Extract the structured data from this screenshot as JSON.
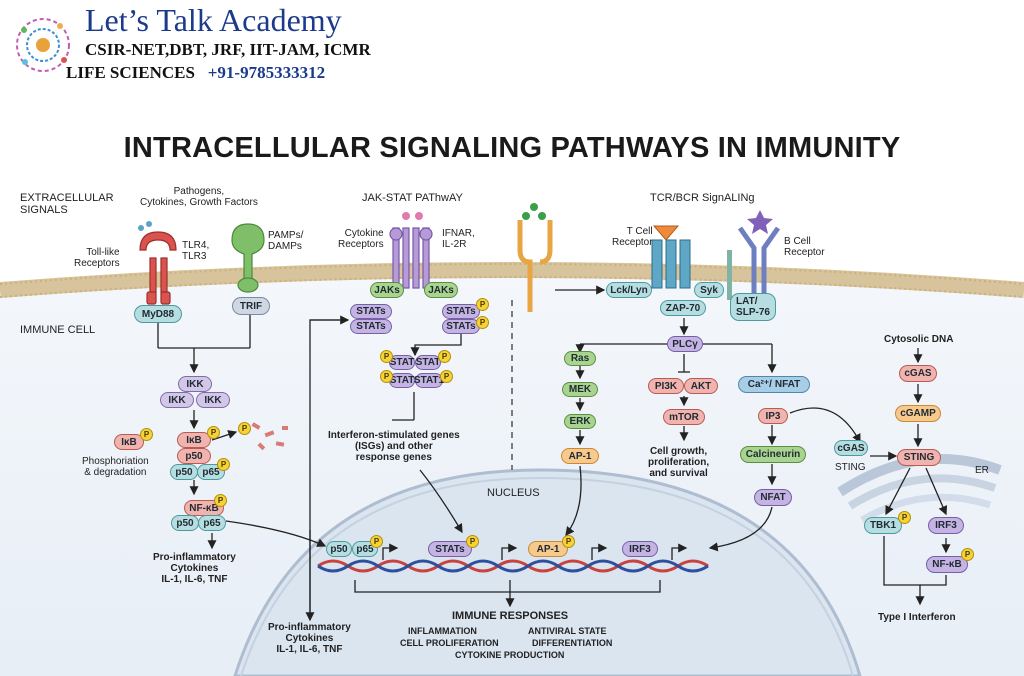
{
  "logo": {
    "title": "Let’s Talk Academy",
    "line2": "CSIR-NET,DBT, JRF, IIT-JAM, ICMR",
    "line3": "LIFE SCIENCES",
    "phone": "+91-9785333312"
  },
  "title": "INTRACELLULAR SIGNALING PATHWAYS IN IMMUNITY",
  "sections": {
    "extracellular": "EXTRACELLULAR\nSIGNALS",
    "jakstat": "JAK-STAT PAThwAY",
    "tcr": "TCR/BCR SignALINg",
    "immune_cell": "IMMUNE CELL",
    "nucleus": "NUCLEUS",
    "er": "ER"
  },
  "labels": {
    "pathogens": "Pathogens,\nCytokines, Growth Factors",
    "tlr": "Toll-like\nReceptors",
    "tlr4": "TLR4,\nTLR3",
    "pamps": "PAMPs/\nDAMPs",
    "cyto_rec": "Cytokine\nReceptors",
    "ifnar": "IFNAR,\nIL-2R",
    "tcell": "T Cell\nReceptor",
    "bcell": "B Cell\nReceptor",
    "phospho": "Phosphoriation\n& degradation",
    "proinf1": "Pro-inflammatory\nCytokines\nIL-1, IL-6, TNF",
    "isg": "Interferon-stimulated genes\n(ISGs) and other\nresponse genes",
    "cellgrowth": "Cell growth,\nproliferation,\nand survival",
    "cytodna": "Cytosolic DNA",
    "sting_lbl": "STING",
    "type1": "Type I Interferon",
    "proinf2": "Pro-inflammatory\nCytokines\nIL-1, IL-6, TNF",
    "immune_resp": "IMMUNE RESPONSES",
    "resp1": "INFLAMMATION",
    "resp2": "ANTIVIRAL STATE",
    "resp3": "CELL PROLIFERATION",
    "resp4": "DIFFERENTIATION",
    "resp5": "CYTOKINE PRODUCTION"
  },
  "nodes": {
    "myd88": "MyD88",
    "trif": "TRIF",
    "ikk_top": "IKK",
    "ikk_l": "IKK",
    "ikk_r": "IKK",
    "ikb_l": "IκB",
    "ikb_c": "IκB",
    "p50": "p50",
    "p65": "p65",
    "p50b": "p50",
    "nfkb": "NF-κB",
    "p50c": "p50",
    "p65c": "p65",
    "jaks_l": "JAKs",
    "jaks_r": "JAKs",
    "stats_l1": "STATs",
    "stats_l2": "STATs",
    "stats_r1": "STATs",
    "stats_r2": "STATs",
    "stat1": "STAT",
    "stat2": "STAT",
    "stat3": "STAT",
    "stat4": "STAT1",
    "lcklyn": "Lck/Lyn",
    "syk": "Syk",
    "zap70": "ZAP-70",
    "lat": "LAT/\nSLP-76",
    "plcg": "PLCγ",
    "ras": "Ras",
    "mek": "MEK",
    "erk": "ERK",
    "ap1": "AP-1",
    "pi3k": "PI3K",
    "akt": "AKT",
    "mtor": "mTOR",
    "ca": "Ca²⁺/",
    "nfat": "NFAT",
    "ip3": "IP3",
    "calcineurin": "Calcineurin",
    "nfat2": "NFAT",
    "cgas": "cGAS",
    "cgamp": "cGAMP",
    "cgas2": "cGAS",
    "sting": "STING",
    "tbk1": "TBK1",
    "irf3": "IRF3",
    "nfkb2": "NF-κB",
    "dna_p50": "p50",
    "dna_p65": "p65",
    "dna_stats": "STATs",
    "dna_ap1": "AP-1",
    "dna_irf3": "IRF3"
  },
  "badge": "P",
  "colors": {
    "membrane": "#d9c9a7",
    "cytoplasm": "#eef3f8",
    "nucleus": "#dfe8f2",
    "dna_red": "#c9423c",
    "dna_blue": "#2d4f9e"
  }
}
